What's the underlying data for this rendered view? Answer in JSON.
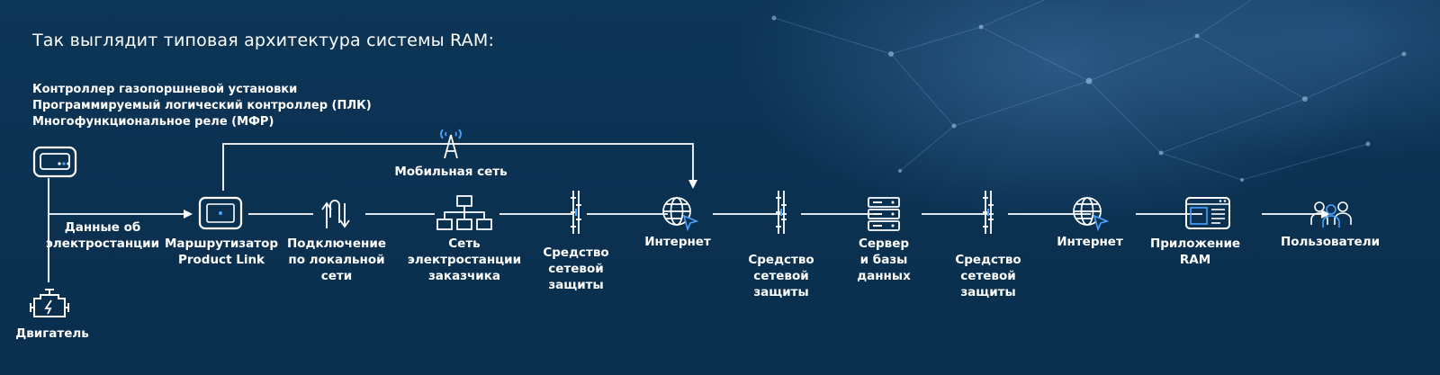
{
  "title": "Так выглядит типовая архитектура системы RAM:",
  "controller_lines": [
    "Контроллер газопоршневой установки",
    "Программируемый логический контроллер (ПЛК)",
    "Многофункциональное реле (МФР)"
  ],
  "engine_label": "Двигатель",
  "data_label": "Данные об\nэлектростанции",
  "mobile_label": "Мобильная сеть",
  "nodes": [
    {
      "id": "router",
      "label": "Маршрутизатор\nProduct Link",
      "icon": "router-icon"
    },
    {
      "id": "lan",
      "label": "Подключение\nпо локальной\nсети",
      "icon": "lan-connection-icon"
    },
    {
      "id": "customer-net",
      "label": "Сеть\nэлектростанции\nзаказчика",
      "icon": "network-tree-icon"
    },
    {
      "id": "firewall-1",
      "label": "Средство\nсетевой\nзащиты",
      "icon": "firewall-icon"
    },
    {
      "id": "internet-1",
      "label": "Интернет",
      "icon": "globe-cursor-icon"
    },
    {
      "id": "firewall-2",
      "label": "Средство\nсетевой\nзащиты",
      "icon": "firewall-icon"
    },
    {
      "id": "server",
      "label": "Сервер\nи базы\nданных",
      "icon": "server-icon"
    },
    {
      "id": "firewall-3",
      "label": "Средство\nсетевой\nзащиты",
      "icon": "firewall-icon"
    },
    {
      "id": "internet-2",
      "label": "Интернет",
      "icon": "globe-cursor-icon"
    },
    {
      "id": "app",
      "label": "Приложение\nRAM",
      "icon": "app-window-icon"
    },
    {
      "id": "users",
      "label": "Пользователи",
      "icon": "users-icon"
    }
  ],
  "colors": {
    "background": "#0b3151",
    "line": "#ffffff",
    "accent": "#4da3ff"
  }
}
